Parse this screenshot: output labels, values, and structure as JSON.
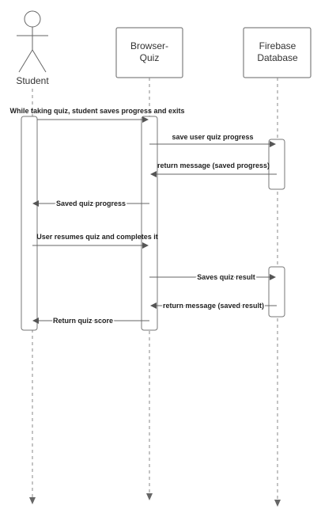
{
  "participants": {
    "student": {
      "label": "Student"
    },
    "browser": {
      "line1": "Browser-",
      "line2": "Quiz"
    },
    "firebase": {
      "line1": "Firebase",
      "line2": "Database"
    }
  },
  "messages": {
    "m1": "While taking quiz, student saves progress and exits",
    "m2": "save user quiz progress",
    "m3": "return message (saved progress)",
    "m4": "Saved quiz progress",
    "m5": "User resumes quiz and completes it",
    "m6": "Saves quiz result",
    "m7": "return message (saved result)",
    "m8": "Return quiz score"
  }
}
